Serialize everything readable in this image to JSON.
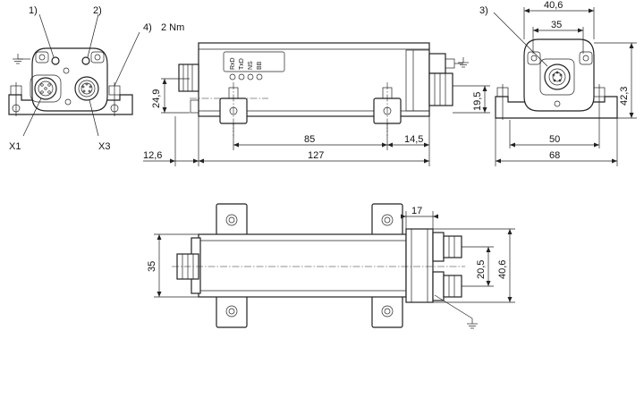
{
  "callouts": {
    "c1": "1)",
    "c2": "2)",
    "c3": "3)",
    "c4": "4)",
    "torque": "2 Nm"
  },
  "connectors": {
    "x1": "X1",
    "x3": "X3"
  },
  "leds": {
    "rxd": "RxD",
    "txd": "TxD",
    "ns": "NS",
    "bb": "BB"
  },
  "dimensions": {
    "front_height": "24,9",
    "side_spacing": "85",
    "side_offset": "14,5",
    "side_height": "19,5",
    "side_left": "12,6",
    "side_total": "127",
    "end_top_width": "40,6",
    "end_inner_width": "35",
    "end_height": "42,3",
    "end_hole_spacing": "50",
    "end_total_width": "68",
    "top_depth": "17",
    "top_width": "35",
    "top_conn_spacing": "20,5",
    "top_total_width": "40,6"
  }
}
